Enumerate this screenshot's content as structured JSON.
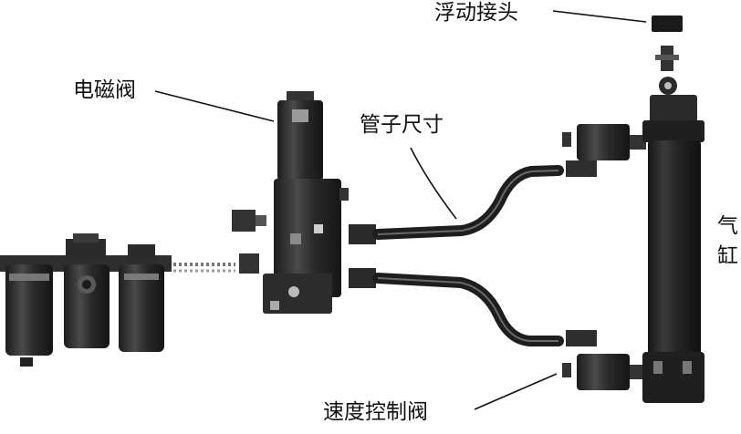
{
  "labels": {
    "floating_joint": "浮动接头",
    "solenoid_valve": "电磁阀",
    "tube_size": "管子尺寸",
    "cylinder_line1": "气",
    "cylinder_line2": "缸",
    "speed_control_valve": "速度控制阀"
  },
  "colors": {
    "ink": "#111111",
    "component_dark": "#262626",
    "component_mid": "#3a3a3a",
    "component_light": "#6e6e6e",
    "highlight": "#bdbdbd"
  }
}
